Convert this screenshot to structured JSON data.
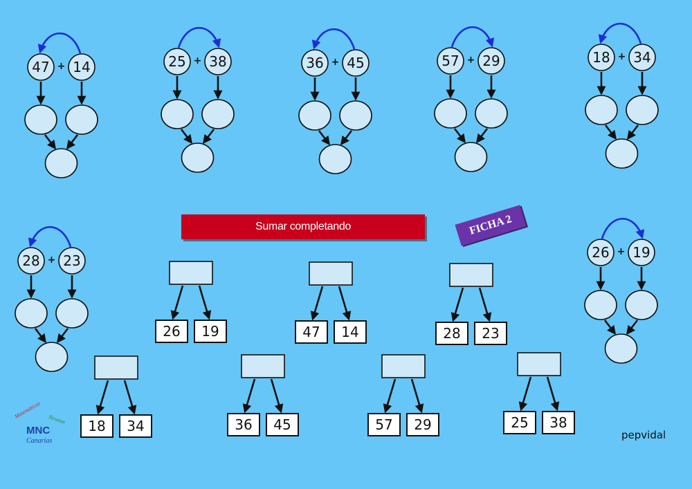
{
  "title": "Sumar completando",
  "badge": "FICHA 2",
  "credit": "pepvidal",
  "logo": {
    "main": "MNC",
    "sub": "Canarias",
    "arc_left": "Matemáticas",
    "arc_right": "Newton"
  },
  "colors": {
    "background": "#66c6f7",
    "title_bar": "#c8001c",
    "badge": "#6a34a8",
    "arc": "#1b2fd4",
    "shape_fill": "#cfe9f8"
  },
  "circle_diagrams": [
    {
      "a": "47",
      "b": "14",
      "op": "+",
      "arc_direction": "right-to-left"
    },
    {
      "a": "25",
      "b": "38",
      "op": "+",
      "arc_direction": "left-to-right"
    },
    {
      "a": "36",
      "b": "45",
      "op": "+",
      "arc_direction": "right-to-left"
    },
    {
      "a": "57",
      "b": "29",
      "op": "+",
      "arc_direction": "left-to-right"
    },
    {
      "a": "18",
      "b": "34",
      "op": "+",
      "arc_direction": "right-to-left"
    },
    {
      "a": "28",
      "b": "23",
      "op": "+",
      "arc_direction": "right-to-left"
    },
    {
      "a": "26",
      "b": "19",
      "op": "+",
      "arc_direction": "left-to-right"
    }
  ],
  "box_diagrams": [
    {
      "a": "26",
      "b": "19"
    },
    {
      "a": "47",
      "b": "14"
    },
    {
      "a": "28",
      "b": "23"
    },
    {
      "a": "18",
      "b": "34"
    },
    {
      "a": "36",
      "b": "45"
    },
    {
      "a": "57",
      "b": "29"
    },
    {
      "a": "25",
      "b": "38"
    }
  ]
}
